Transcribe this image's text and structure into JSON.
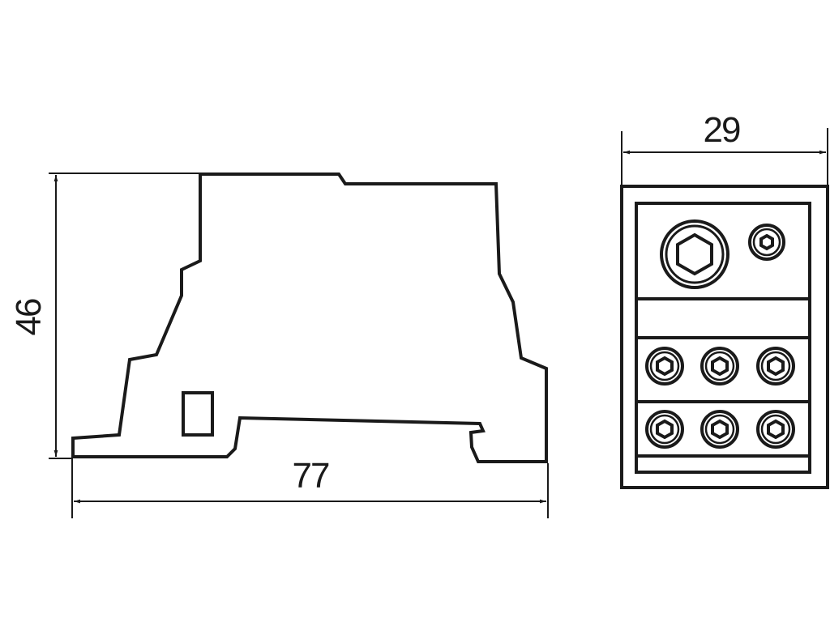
{
  "dimensions": {
    "height_label": "46",
    "width_side_label": "77",
    "width_front_label": "29"
  },
  "colors": {
    "stroke": "#1a1a1a",
    "background": "#ffffff"
  },
  "front_view": {
    "large_terminal_count": 1,
    "small_terminal_count": 1,
    "terminal_rows": [
      3,
      3
    ]
  }
}
